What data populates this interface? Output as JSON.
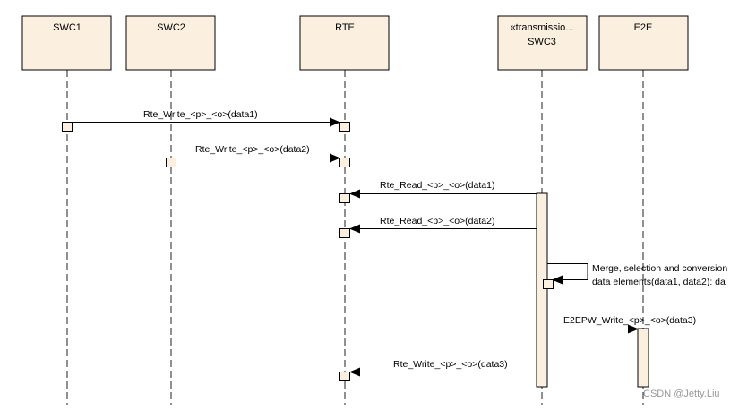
{
  "lifelines": [
    {
      "id": "swc1",
      "name": "SWC1",
      "stereotype": ""
    },
    {
      "id": "swc2",
      "name": "SWC2",
      "stereotype": ""
    },
    {
      "id": "rte",
      "name": "RTE",
      "stereotype": ""
    },
    {
      "id": "swc3",
      "name": "SWC3",
      "stereotype": "«transmissio..."
    },
    {
      "id": "e2e",
      "name": "E2E",
      "stereotype": ""
    }
  ],
  "messages": [
    {
      "id": "m1",
      "from": "swc1",
      "to": "rte",
      "label": "Rte_Write_<p>_<o>(data1)"
    },
    {
      "id": "m2",
      "from": "swc2",
      "to": "rte",
      "label": "Rte_Write_<p>_<o>(data2)"
    },
    {
      "id": "m3",
      "from": "swc3",
      "to": "rte",
      "label": "Rte_Read_<p>_<o>(data1)"
    },
    {
      "id": "m4",
      "from": "swc3",
      "to": "rte",
      "label": "Rte_Read_<p>_<o>(data2)"
    },
    {
      "id": "m5",
      "from": "swc3",
      "to": "swc3",
      "label": "Merge, selection and conversion",
      "label2": "data elements(data1, data2): da"
    },
    {
      "id": "m6",
      "from": "swc3",
      "to": "e2e",
      "label": "E2EPW_Write_<p>_<o>(data3)"
    },
    {
      "id": "m7",
      "from": "e2e",
      "to": "rte",
      "label": "Rte_Write_<p>_<o>(data3)"
    }
  ],
  "watermark": "CSDN @Jetty.Liu"
}
